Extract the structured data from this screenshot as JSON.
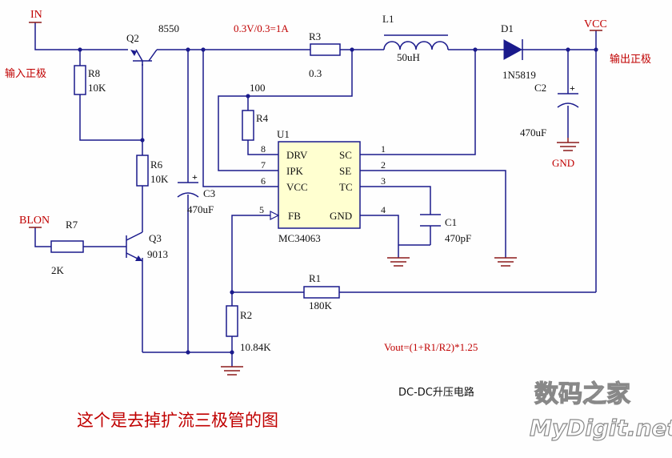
{
  "nets": {
    "in": "IN",
    "vcc": "VCC",
    "blon": "BLON",
    "gnd": "GND",
    "in_desc": "输入正极",
    "out_desc": "输出正极"
  },
  "components": {
    "q2": {
      "ref": "Q2",
      "value": "8550"
    },
    "q3": {
      "ref": "Q3",
      "value": "9013"
    },
    "r1": {
      "ref": "R1",
      "value": "180K"
    },
    "r2": {
      "ref": "R2",
      "value": "10.84K"
    },
    "r3": {
      "ref": "R3",
      "value": "0.3"
    },
    "r4": {
      "ref": "R4",
      "value": "100"
    },
    "r6": {
      "ref": "R6",
      "value": "10K"
    },
    "r7": {
      "ref": "R7",
      "value": "2K"
    },
    "r8": {
      "ref": "R8",
      "value": "10K"
    },
    "c1": {
      "ref": "C1",
      "value": "470pF"
    },
    "c2": {
      "ref": "C2",
      "value": "470uF"
    },
    "c3": {
      "ref": "C3",
      "value": "470uF"
    },
    "l1": {
      "ref": "L1",
      "value": "50uH"
    },
    "d1": {
      "ref": "D1",
      "value": "1N5819"
    },
    "u1": {
      "ref": "U1",
      "part": "MC34063",
      "pins": [
        {
          "num": "8",
          "name": "DRV"
        },
        {
          "num": "7",
          "name": "IPK"
        },
        {
          "num": "6",
          "name": "VCC"
        },
        {
          "num": "5",
          "name": "FB"
        },
        {
          "num": "1",
          "name": "SC"
        },
        {
          "num": "2",
          "name": "SE"
        },
        {
          "num": "3",
          "name": "TC"
        },
        {
          "num": "4",
          "name": "GND"
        }
      ]
    }
  },
  "annotations": {
    "current_limit": "0.3V/0.3=1A",
    "formula": "Vout=(1+R1/R2)*1.25",
    "title": "DC-DC升压电路",
    "caption": "这个是去掉扩流三极管的图"
  },
  "watermark": {
    "cn": "数码之家",
    "en": "MyDigit.net"
  }
}
